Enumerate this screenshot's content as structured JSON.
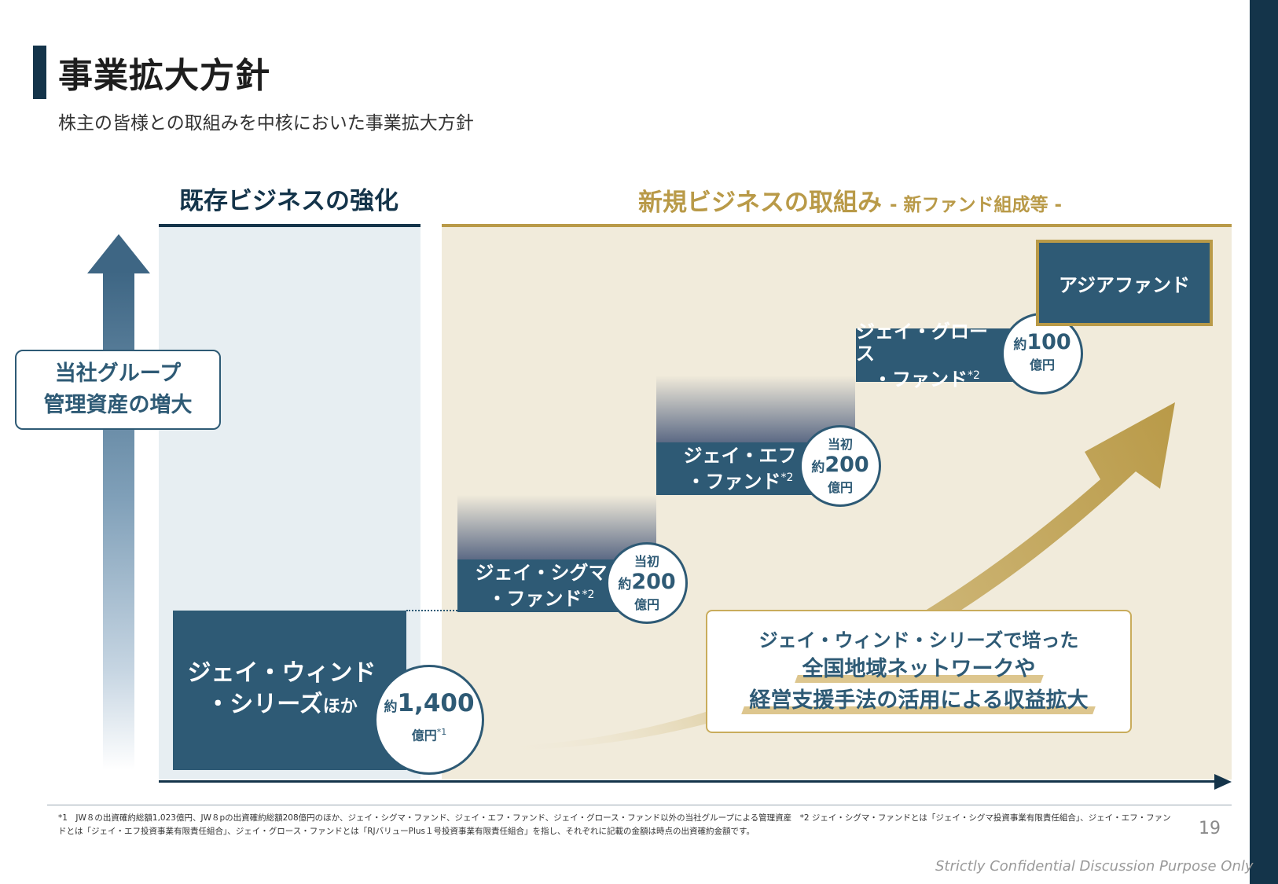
{
  "title": "事業拡大方針",
  "subtitle": "株主の皆様との取組みを中核においた事業拡大方針",
  "headers": {
    "existing": "既存ビジネスの強化",
    "new": "新規ビジネスの取組み",
    "new_sub": "- 新ファンド組成等 -"
  },
  "axis_label": {
    "line1": "当社グループ",
    "line2": "管理資産の増大"
  },
  "funds": {
    "wind": {
      "line1": "ジェイ・ウィンド",
      "line2": "・シリーズ",
      "line2_small": "ほか",
      "prefix": "約",
      "amount": "1,400",
      "unit": "億円",
      "note": "*1"
    },
    "sigma": {
      "line1": "ジェイ・シグマ",
      "line2": "・ファンド",
      "note": "*2",
      "top": "当初",
      "prefix": "約",
      "amount": "200",
      "unit": "億円"
    },
    "f": {
      "line1": "ジェイ・エフ",
      "line2": "・ファンド",
      "note": "*2",
      "top": "当初",
      "prefix": "約",
      "amount": "200",
      "unit": "億円"
    },
    "growth": {
      "line1": "ジェイ・グロース",
      "line2": "・ファンド",
      "note": "*2",
      "prefix": "約",
      "amount": "100",
      "unit": "億円"
    },
    "asia": {
      "label": "アジアファンド"
    }
  },
  "callout": {
    "line1": "ジェイ・ウィンド・シリーズで培った",
    "line2": "全国地域ネットワークや",
    "line3": "経営支援手法の活用による収益拡大"
  },
  "footnote": "*1　JW８の出資確約総額1,023億円、JW８pの出資確約総額208億円のほか、ジェイ・シグマ・ファンド、ジェイ・エフ・ファンド、ジェイ・グロース・ファンド以外の当社グループによる管理資産　*2 ジェイ・シグマ・ファンドとは「ジェイ・シグマ投資事業有限責任組合」、ジェイ・エフ・ファンドとは「ジェイ・エフ投資事業有限責任組合」、ジェイ・グロース・ファンドとは「RJバリューPlus１号投資事業有限責任組合」を指し、それぞれに記載の金額は時点の出資確約金額です。",
  "page_number": "19",
  "confidential": "Strictly Confidential Discussion Purpose Only",
  "colors": {
    "navy": "#14344a",
    "teal": "#2e5a75",
    "gold": "#b99a48",
    "new_bg": "#f1ebdb",
    "existing_bg": "#e7eef2"
  }
}
